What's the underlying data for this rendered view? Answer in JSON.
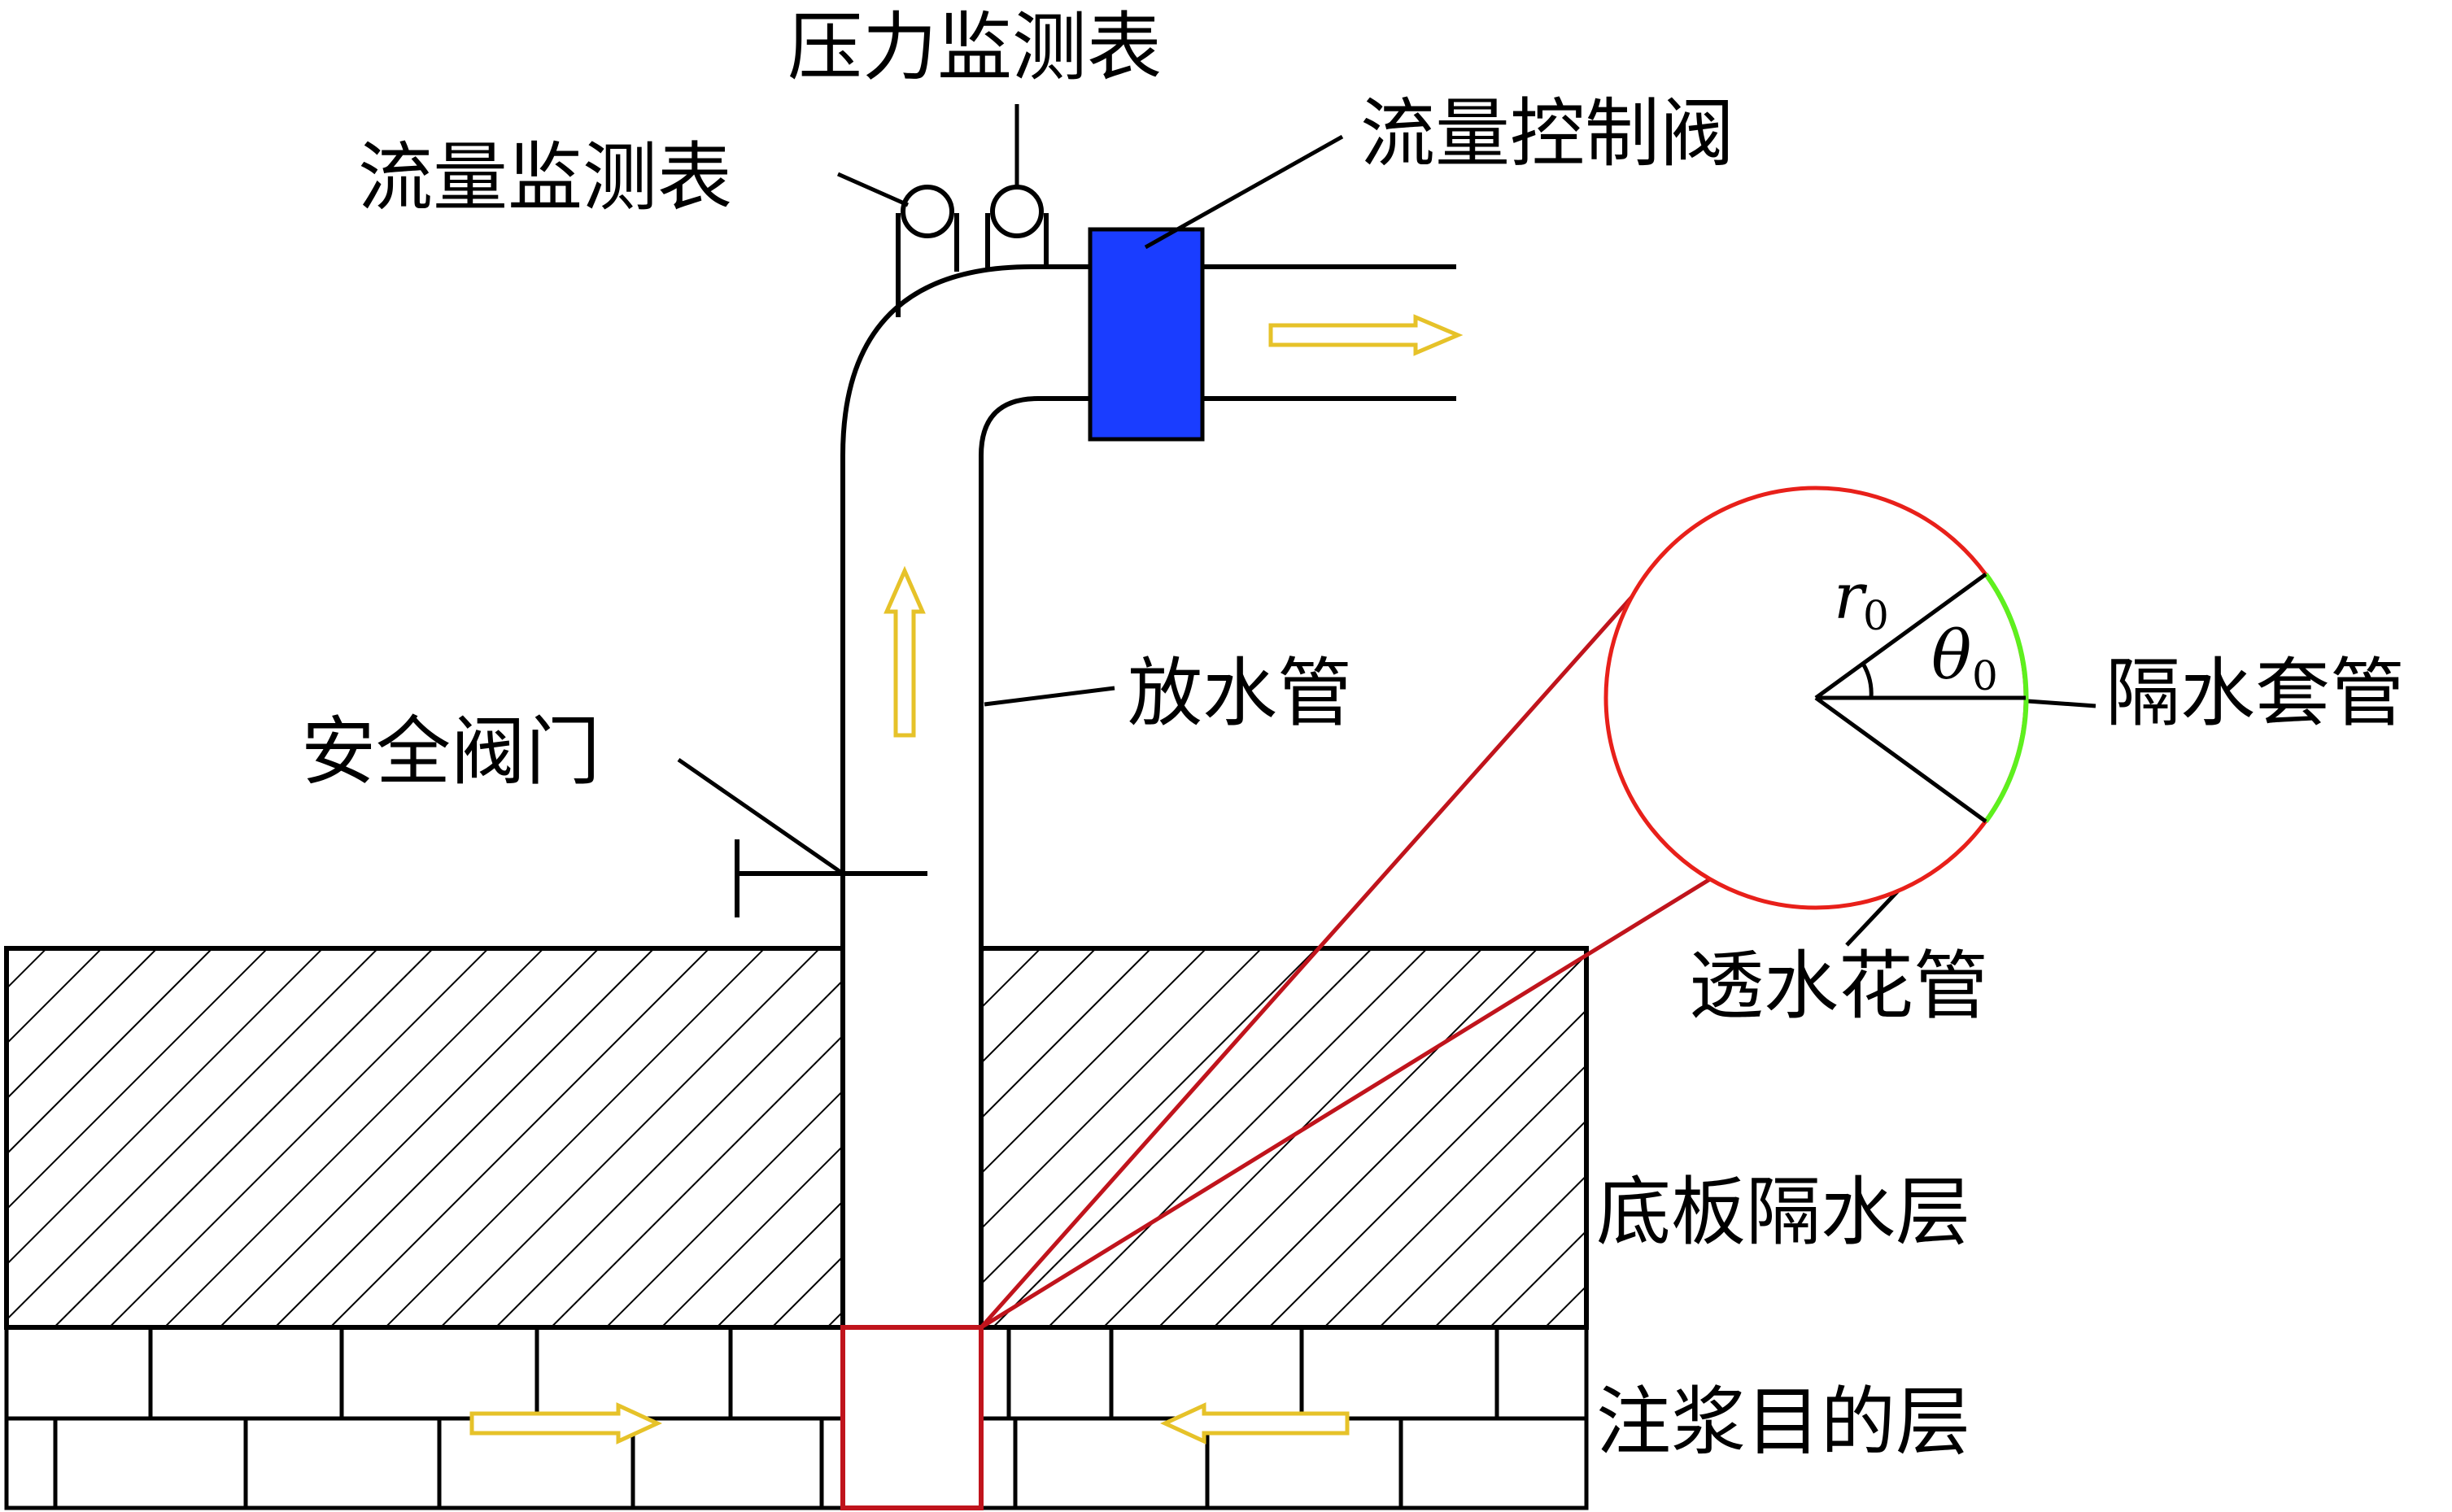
{
  "labels": {
    "pressure_gauge": "压力监测表",
    "flow_gauge": "流量监测表",
    "flow_control_valve": "流量控制阀",
    "drain_pipe": "放水管",
    "safety_valve": "安全阀门",
    "isolation_casing": "隔水套管",
    "perforated_pipe": "透水花管",
    "floor_aquiclude": "底板隔水层",
    "grouting_target_layer": "注浆目的层",
    "radius_symbol": "r",
    "radius_subscript": "0",
    "angle_symbol": "θ",
    "angle_subscript": "0"
  },
  "colors": {
    "line": "#000000",
    "valve_fill": "#1a3dff",
    "flow_arrow": "#e6c229",
    "perforated_pipe": "#e8201a",
    "zoom_lines": "#c0141c",
    "casing_arc": "#5ef01e"
  },
  "icons": {
    "flow_arrow": "double-line-arrow",
    "gauge": "circle-gauge"
  }
}
